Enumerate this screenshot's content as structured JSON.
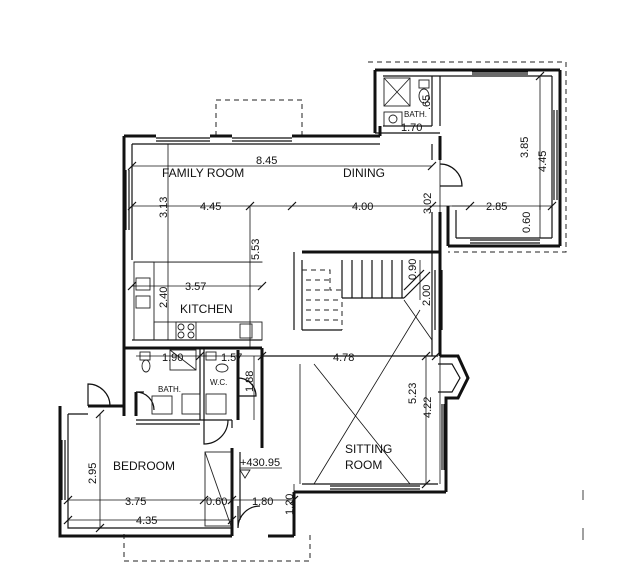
{
  "rooms": {
    "family_room": "FAMILY ROOM",
    "dining": "DINING",
    "kitchen": "KITCHEN",
    "bath_upper": "BATH.",
    "bath_lower": "BATH.",
    "wc": "W.C.",
    "bedroom": "BEDROOM",
    "sitting_room_line1": "SITTING",
    "sitting_room_line2": "ROOM"
  },
  "level": {
    "marker": "+430.95"
  },
  "dimensions": {
    "d_845": "8.45",
    "d_445_h": "4.45",
    "d_400": "4.00",
    "d_313": "3.13",
    "d_302": "3.02",
    "d_553": "5.53",
    "d_285": "2.85",
    "d_385": "3.85",
    "d_445_v": "4.45",
    "d_065": ".65",
    "d_170": "1.70",
    "d_060": "0.60",
    "d_090": "0.90",
    "d_200": "2.00",
    "d_357": "3.57",
    "d_240": "2.40",
    "d_190": "1.90",
    "d_157": "1.57",
    "d_478": "4.78",
    "d_188": "1.88",
    "d_523": "5.23",
    "d_422": "4.22",
    "d_295": "2.95",
    "d_375": "3.75",
    "d_060b": "0.60",
    "d_180": "1.80",
    "d_120": "1.20",
    "d_435": "4.35"
  }
}
